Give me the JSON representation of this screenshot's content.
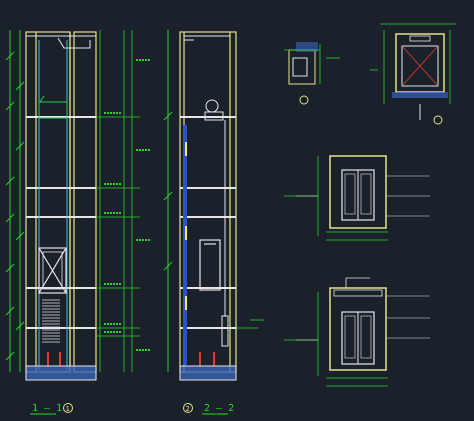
{
  "drawing": {
    "section_1_label": "1 — 1",
    "section_2_label": "2 — 2",
    "section_1_callout": "1",
    "section_2_callout": "2"
  },
  "colors": {
    "background": "#1b212b",
    "wall_outline": "#e7e089",
    "annotation": "#28d428",
    "yellow_line": "#f3f15a",
    "white_line": "#e6e6e6",
    "red_line": "#e23a2e",
    "blue_fill": "#2b4fd8",
    "cyan_line": "#36c8d8",
    "pit_fill": "#3a64b8"
  }
}
